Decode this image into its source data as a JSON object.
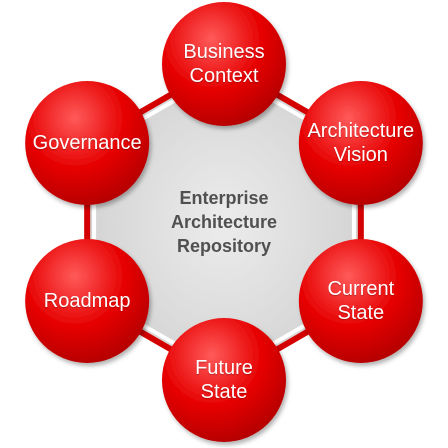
{
  "diagram": {
    "center_label": "Enterprise\nArchitecture\nRepository",
    "nodes": [
      {
        "id": "business-context",
        "label": "Business\nContext"
      },
      {
        "id": "architecture-vision",
        "label": "Architecture\nVision"
      },
      {
        "id": "current-state",
        "label": "Current\nState"
      },
      {
        "id": "future-state",
        "label": "Future\nState"
      },
      {
        "id": "roadmap",
        "label": "Roadmap"
      },
      {
        "id": "governance",
        "label": "Governance"
      }
    ],
    "colors": {
      "node_fill": "#e60000",
      "node_highlight": "#ff4a4a",
      "node_shade": "#b80000",
      "hub_fill": "#dcdcdc",
      "hub_outline": "#ffffff",
      "ring": "#d40000",
      "center_text": "#505050"
    }
  }
}
